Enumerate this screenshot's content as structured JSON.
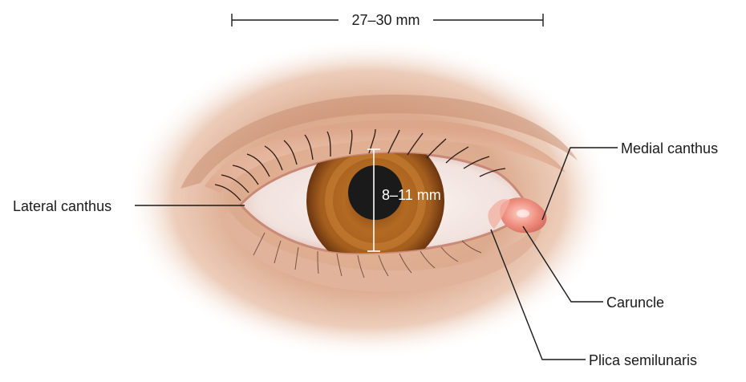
{
  "dimensions": {
    "width_label": "27–30 mm",
    "height_label": "8–11 mm"
  },
  "labels": {
    "lateral_canthus": "Lateral canthus",
    "medial_canthus": "Medial canthus",
    "caruncle": "Caruncle",
    "plica_semilunaris": "Plica semilunaris"
  },
  "colors": {
    "skin": "#d9a98a",
    "iris": "#a8621f",
    "pupil": "#1a1a1a",
    "sclera": "#f6efec",
    "caruncle": "#e98c7c"
  }
}
